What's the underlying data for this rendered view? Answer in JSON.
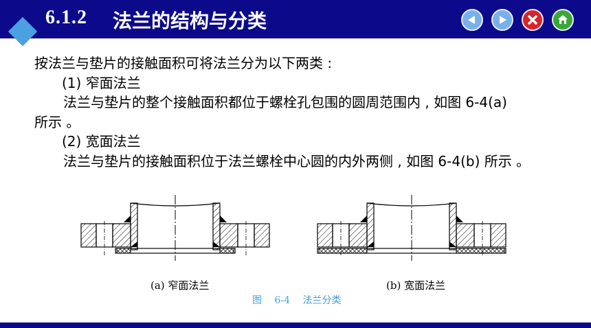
{
  "header": {
    "section_number": "6.1.2",
    "title": "法兰的结构与分类"
  },
  "nav_buttons": [
    {
      "name": "prev-button",
      "icon": "arrow-left-icon",
      "color": "#7ab0ea"
    },
    {
      "name": "next-button",
      "icon": "arrow-right-icon",
      "color": "#7ab0ea"
    },
    {
      "name": "close-button",
      "icon": "close-icon",
      "color": "#d8242b"
    },
    {
      "name": "home-button",
      "icon": "home-icon",
      "color": "#3aa838"
    }
  ],
  "content": {
    "intro": "按法兰与垫片的接触面积可将法兰分为以下两类 :",
    "item1_heading": "(1) 窄面法兰",
    "item1_text_line1": "法兰与垫片的整个接触面积都位于螺栓孔包围的圆周范围内 , 如图 6-4(a)",
    "item1_text_line2": "所示 。",
    "item2_heading": "(2) 宽面法兰",
    "item2_text": "法兰与垫片的接触面积位于法兰螺栓中心圆的内外两侧 , 如图 6-4(b) 所示 。"
  },
  "figure": {
    "caption_a": "(a) 窄面法兰",
    "caption_b": "(b) 宽面法兰",
    "caption": "图 6-4 法兰分类"
  },
  "colors": {
    "header_bg": "#0c0a8a",
    "accent": "#4aa0e0",
    "caption": "#3fa0d8"
  }
}
